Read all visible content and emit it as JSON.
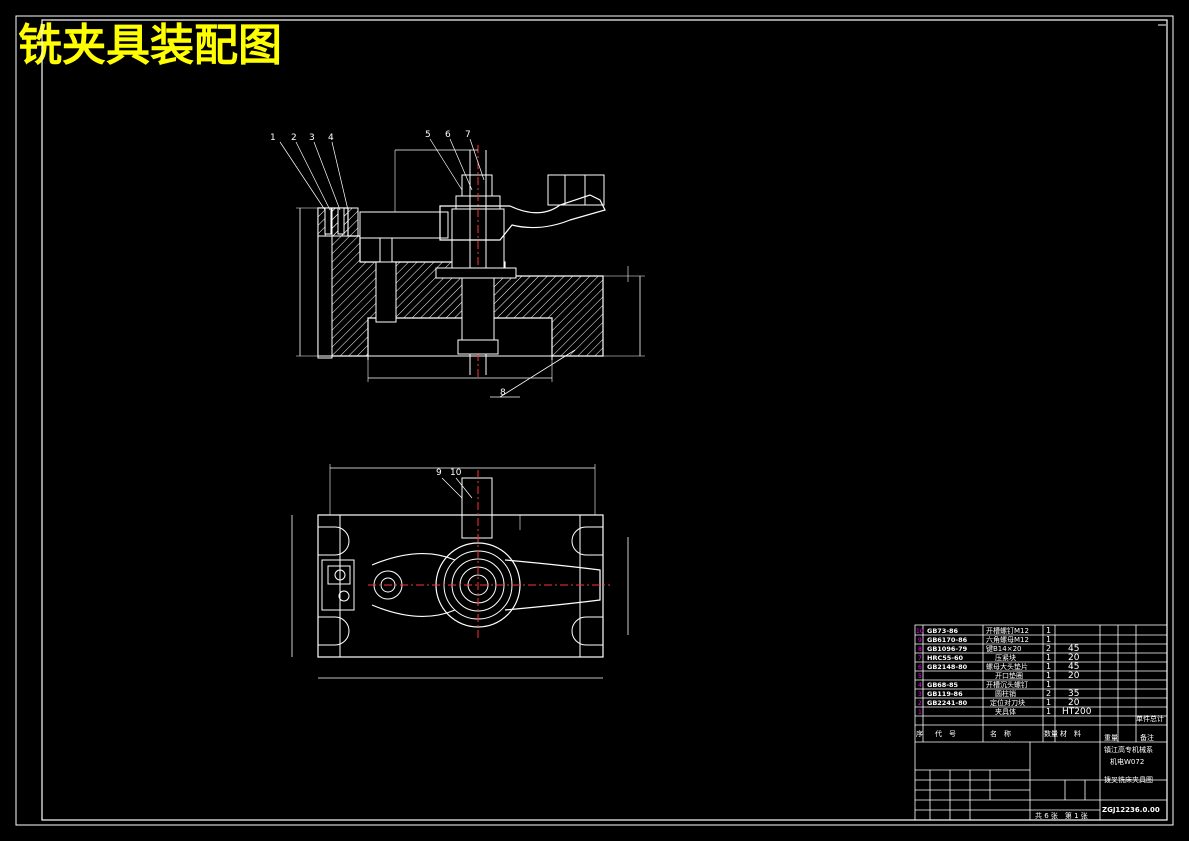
{
  "title": "铣夹具装配图",
  "colors": {
    "background": "#000000",
    "line": "#ffffff",
    "title": "#ffff00",
    "row_number": "#ff00ff",
    "center_line": "#ff3333"
  },
  "balloons_top": [
    "1",
    "2",
    "3",
    "4",
    "5",
    "6",
    "7"
  ],
  "balloon_8": "8",
  "balloons_plan": [
    "9",
    "10"
  ],
  "bom": {
    "rows": [
      {
        "no": "10",
        "code": "GB73-86",
        "name": "开槽螺钉M12",
        "qty": "1",
        "material": ""
      },
      {
        "no": "9",
        "code": "GB6170-86",
        "name": "六角螺母M12",
        "qty": "1",
        "material": ""
      },
      {
        "no": "8",
        "code": "GB1096-79",
        "name": "键B14×20",
        "qty": "2",
        "material": "45"
      },
      {
        "no": "7",
        "code": "HRC55-60",
        "name": "压紧块",
        "qty": "1",
        "material": "20"
      },
      {
        "no": "6",
        "code": "GB2148-80",
        "name": "螺母大头垫片",
        "qty": "1",
        "material": "45"
      },
      {
        "no": "5",
        "code": "",
        "name": "开口垫圈",
        "qty": "1",
        "material": "20"
      },
      {
        "no": "4",
        "code": "GB68-85",
        "name": "开槽沉头螺钉",
        "qty": "1",
        "material": ""
      },
      {
        "no": "3",
        "code": "GB119-86",
        "name": "圆柱销",
        "qty": "2",
        "material": "35"
      },
      {
        "no": "2",
        "code": "GB2241-80",
        "name": "定位对刀块",
        "qty": "1",
        "material": "20"
      },
      {
        "no": "1",
        "code": "",
        "name": "夹具体",
        "qty": "1",
        "material": "HT200"
      }
    ],
    "header": {
      "no": "序",
      "code": "代　号",
      "name": "名　称",
      "qty": "数量",
      "material": "材　料",
      "weight": "重量",
      "remark": "备注"
    },
    "weight_label": "单件总计",
    "school": "镇江高专机械系",
    "class": "机电W072",
    "drawing_name": "拨叉铣床夹具图",
    "drawing_no": "ZGJ12236.0.00",
    "sheets": "共 6 张　第 1 张"
  }
}
